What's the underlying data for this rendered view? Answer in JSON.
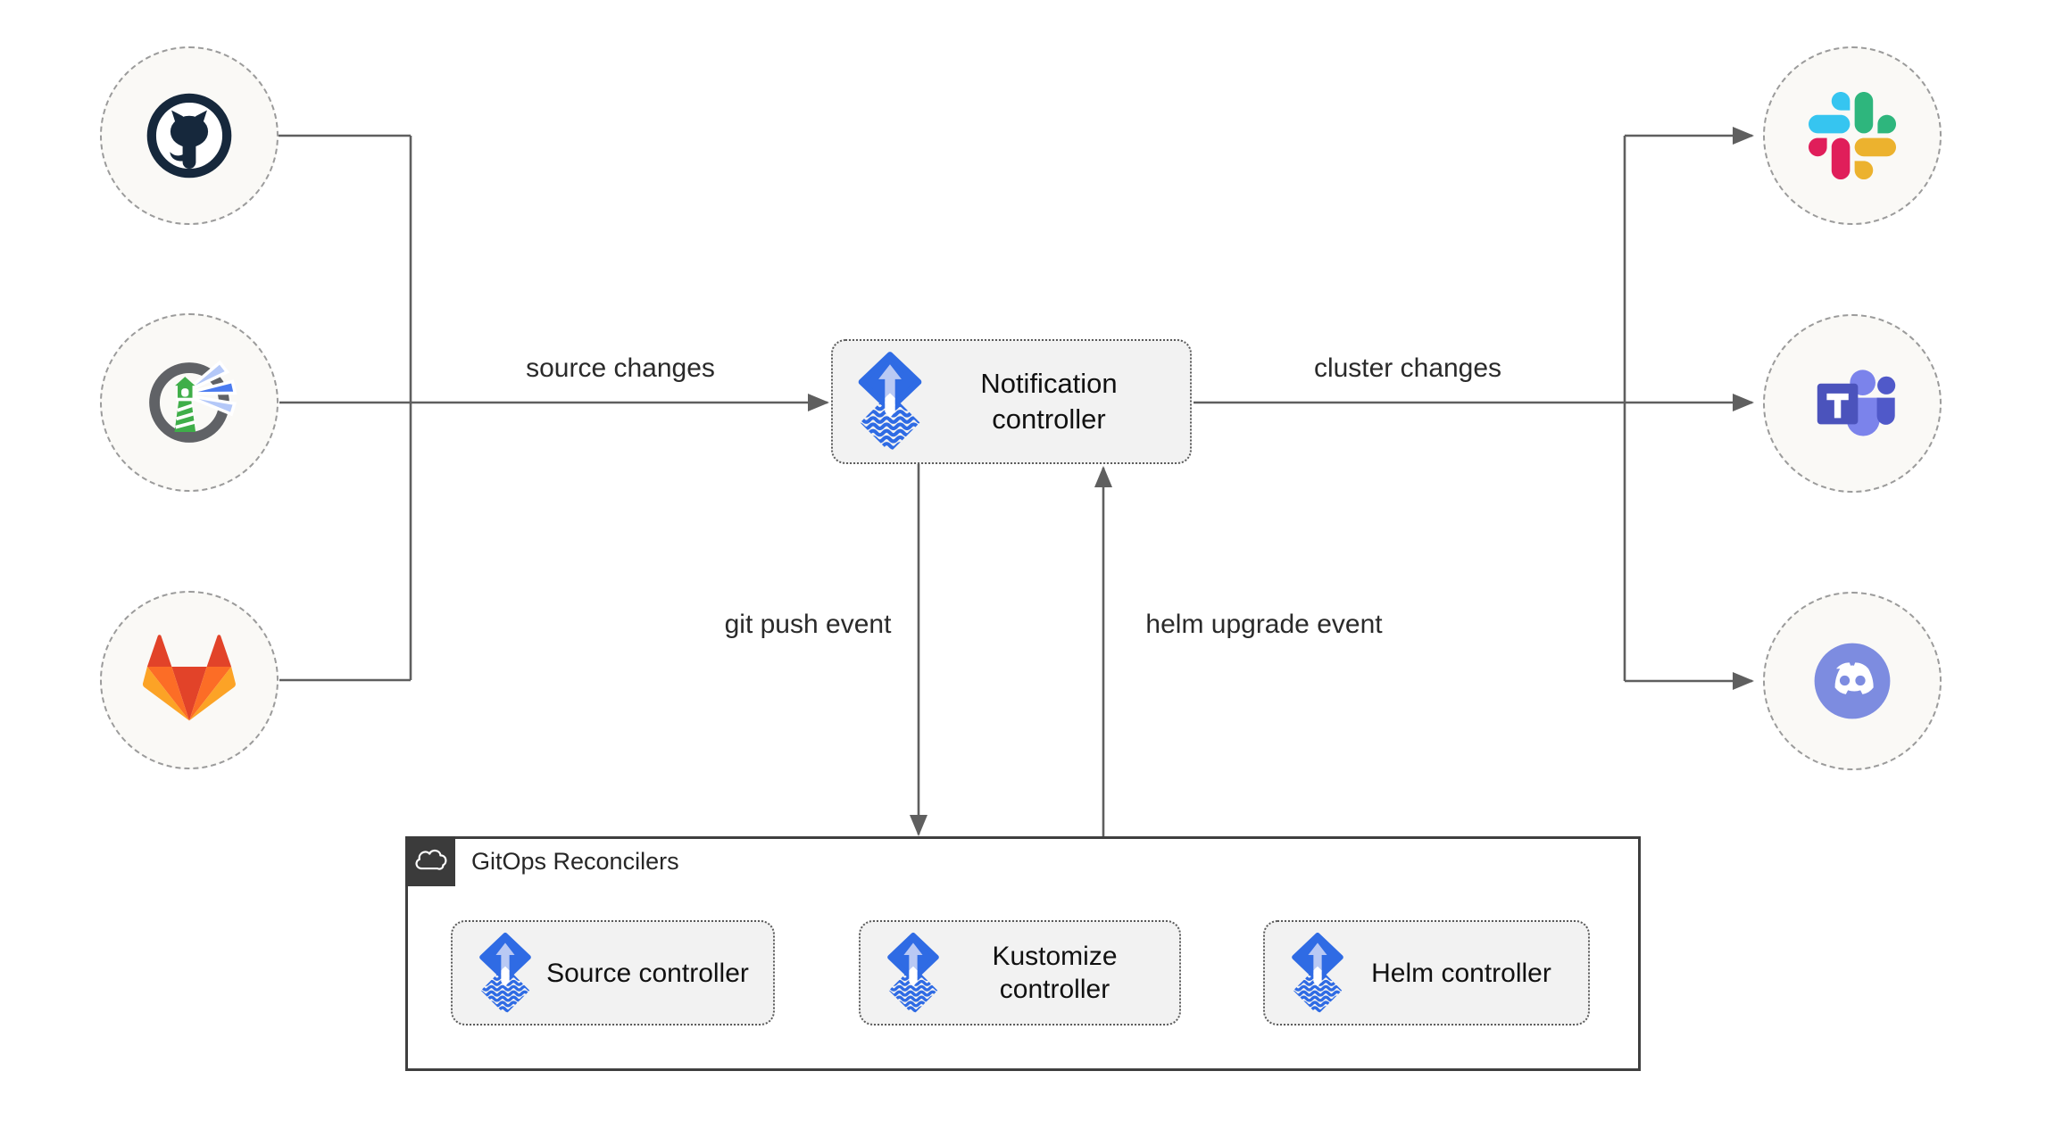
{
  "diagram": {
    "title_none": "",
    "sources": [
      {
        "icon": "github-icon",
        "name": "GitHub"
      },
      {
        "icon": "harbor-icon",
        "name": "Harbor"
      },
      {
        "icon": "gitlab-icon",
        "name": "GitLab"
      }
    ],
    "targets": [
      {
        "icon": "slack-icon",
        "name": "Slack"
      },
      {
        "icon": "teams-icon",
        "name": "Microsoft Teams"
      },
      {
        "icon": "discord-icon",
        "name": "Discord"
      }
    ],
    "notification_controller": {
      "label": "Notification controller",
      "icon": "flux-icon"
    },
    "edges": {
      "source_changes": "source changes",
      "cluster_changes": "cluster changes",
      "git_push_event": "git push event",
      "helm_upgrade_event": "helm upgrade event"
    },
    "reconcilers": {
      "title": "GitOps Reconcilers",
      "badge_icon": "cloud-icon",
      "items": [
        {
          "label": "Source controller",
          "icon": "flux-icon"
        },
        {
          "label": "Kustomize controller",
          "icon": "flux-icon"
        },
        {
          "label": "Helm controller",
          "icon": "flux-icon"
        }
      ]
    },
    "colors": {
      "flux_blue": "#2f6be4",
      "flux_arrow_light": "#b9c9f4",
      "line_gray": "#616161",
      "node_fill": "#faf9f6",
      "node_border": "#9b9b9b",
      "controller_fill": "#f2f2f2",
      "outer_box_border": "#3f3f3f",
      "badge_bg": "#3b3b3b",
      "github_dark": "#16283c",
      "gitlab_red": "#e24329",
      "gitlab_orange": "#fc6d26",
      "gitlab_yellow": "#fca326",
      "slack_blue": "#36c5f0",
      "slack_green": "#2eb67d",
      "slack_red": "#e01e5a",
      "slack_yellow": "#ecb22e",
      "teams_purple": "#4b53bc",
      "teams_light": "#7b83eb",
      "discord_blurple": "#7d8ce0",
      "harbor_gray": "#606266",
      "harbor_green": "#3fae49"
    }
  }
}
